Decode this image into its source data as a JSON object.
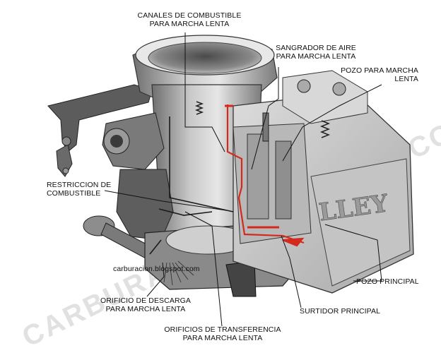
{
  "labels": {
    "canales": [
      "CANALES DE COMBUSTIBLE",
      "PARA MARCHA LENTA"
    ],
    "sangrador": [
      "SANGRADOR DE AIRE",
      "PARA MARCHA LENTA"
    ],
    "pozo_lenta": [
      "POZO PARA MARCHA",
      "LENTA"
    ],
    "restriccion": [
      "RESTRICCION DE",
      "COMBUSTIBLE"
    ],
    "pozo_principal": "POZO PRINCIPAL",
    "orificio_descarga": [
      "ORIFICIO DE DESCARGA",
      "PARA MARCHA LENTA"
    ],
    "surtidor": "SURTIDOR PRINCIPAL",
    "orificios_transferencia": [
      "ORIFICIOS DE TRANSFERENCIA",
      "PARA MARCHA LENTA"
    ]
  },
  "credit": "carburacion.blogspot.com",
  "watermark": "CARBURACION.BLOGSPOT.COM",
  "bowl_lettering": "LLEY",
  "colors": {
    "metal_light": "#d9d9d9",
    "metal_mid": "#a8a8a8",
    "metal_dark": "#555555",
    "fuel_red": "#d42a1e",
    "leader": "#111111"
  }
}
